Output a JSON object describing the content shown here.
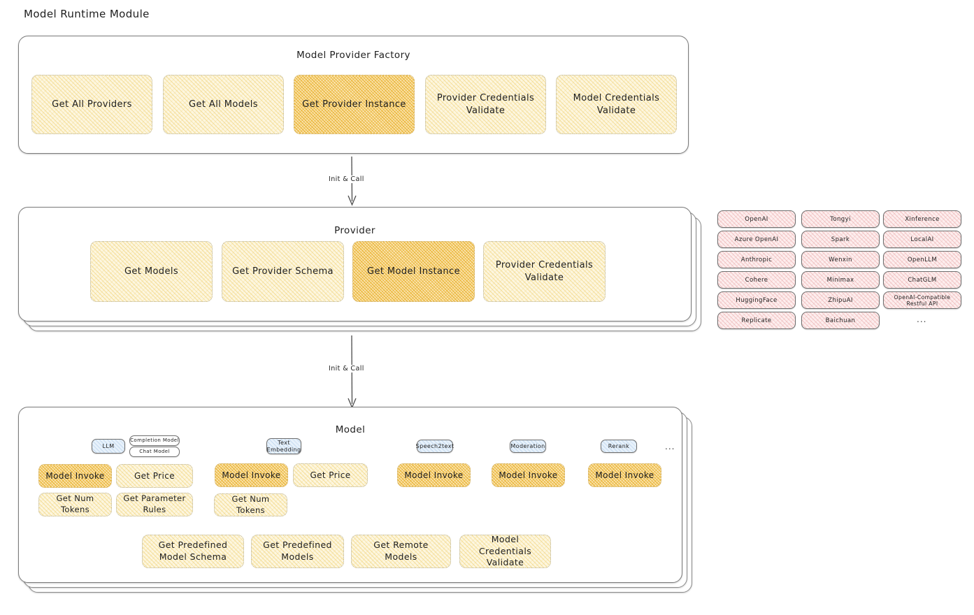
{
  "page": {
    "title": "Model Runtime Module"
  },
  "factory": {
    "title": "Model Provider Factory",
    "items": [
      {
        "label": "Get All Providers",
        "highlight": false
      },
      {
        "label": "Get All Models",
        "highlight": false
      },
      {
        "label": "Get Provider Instance",
        "highlight": true
      },
      {
        "label": "Provider Credentials Validate",
        "highlight": false
      },
      {
        "label": "Model Credentials Validate",
        "highlight": false
      }
    ]
  },
  "arrows": {
    "factory_to_provider": "Init & Call",
    "provider_to_model": "Init & Call"
  },
  "provider": {
    "title": "Provider",
    "items": [
      {
        "label": "Get Models",
        "highlight": false
      },
      {
        "label": "Get Provider Schema",
        "highlight": false
      },
      {
        "label": "Get Model Instance",
        "highlight": true
      },
      {
        "label": "Provider Credentials Validate",
        "highlight": false
      }
    ]
  },
  "provider_list": {
    "columns": [
      [
        "OpenAI",
        "Azure OpenAI",
        "Anthropic",
        "Cohere",
        "HuggingFace",
        "Replicate"
      ],
      [
        "Tongyi",
        "Spark",
        "Wenxin",
        "Minimax",
        "ZhipuAI",
        "Baichuan"
      ],
      [
        "Xinference",
        "LocalAI",
        "OpenLLM",
        "ChatGLM",
        "OpenAI-Compatible Restful API"
      ]
    ],
    "more": "..."
  },
  "model": {
    "title": "Model",
    "more": "...",
    "types": [
      {
        "name": "LLM",
        "subtypes": [
          "Completion Model",
          "Chat Model"
        ],
        "methods_row1": [
          "Model Invoke",
          "Get Price"
        ],
        "methods_row2": [
          "Get Num Tokens",
          "Get Parameter Rules"
        ]
      },
      {
        "name": "Text Embedding",
        "subtypes": [],
        "methods_row1": [
          "Model Invoke",
          "Get Price"
        ],
        "methods_row2": [
          "Get Num Tokens"
        ]
      },
      {
        "name": "Speech2text",
        "subtypes": [],
        "methods_row1": [
          "Model Invoke"
        ],
        "methods_row2": []
      },
      {
        "name": "Moderation",
        "subtypes": [],
        "methods_row1": [
          "Model Invoke"
        ],
        "methods_row2": []
      },
      {
        "name": "Rerank",
        "subtypes": [],
        "methods_row1": [
          "Model Invoke"
        ],
        "methods_row2": []
      }
    ],
    "shared_methods": [
      "Get Predefined Model Schema",
      "Get Predefined Models",
      "Get Remote Models",
      "Model Credentials Validate"
    ]
  },
  "colors": {
    "highlight_fill": "#fbe6b4",
    "light_fill": "#fdf6df",
    "provider_tag_fill": "#fdeeee",
    "model_type_chip_fill": "#e7f1fb",
    "stroke": "#7b7b7b"
  }
}
